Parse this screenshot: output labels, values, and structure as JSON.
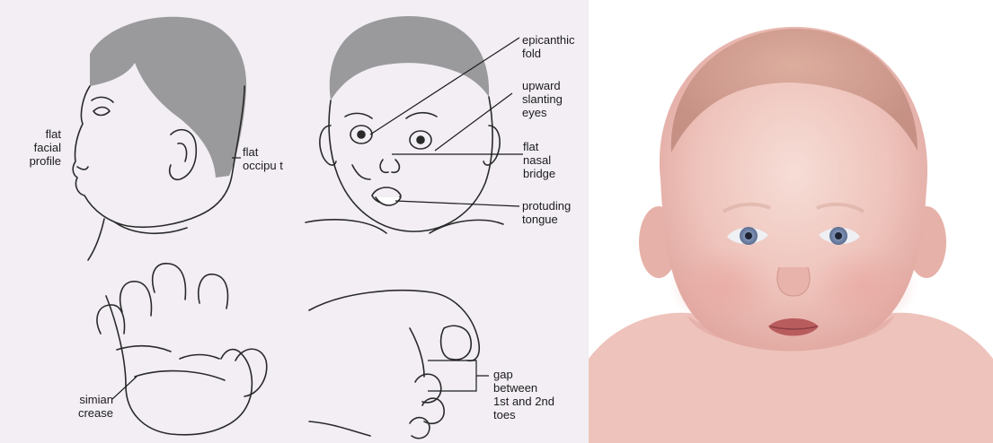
{
  "labels": {
    "flat_facial_profile": "flat\nfacial\nprofile",
    "flat_occiput": "flat\noccipu t",
    "epicanthic_fold": "epicanthic\nfold",
    "upward_slanting_eyes": "upward\nslanting\neyes",
    "flat_nasal_bridge": "flat\nnasal\nbridge",
    "protruding_tongue": "protuding\ntongue",
    "simian_crease": "simian\ncrease",
    "toe_gap": "gap\nbetween\n1st and 2nd\ntoes"
  },
  "colors": {
    "diagram_background": "#f2eef4",
    "hair": "#9a9a9c",
    "skin_outline": "#2a2a2a",
    "iris": "#7f93b6"
  }
}
